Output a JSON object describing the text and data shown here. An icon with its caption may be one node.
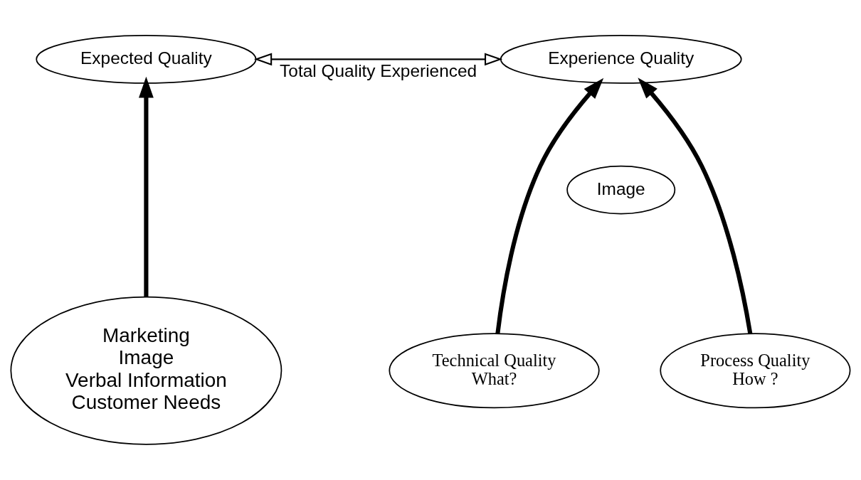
{
  "diagram": {
    "nodes": [
      {
        "text": [
          "Expected Quality"
        ]
      },
      {
        "text": [
          "Experience Quality"
        ]
      },
      {
        "text": [
          "Image"
        ]
      },
      {
        "text": [
          "Marketing",
          "Image",
          "Verbal Information",
          "Customer Needs"
        ]
      },
      {
        "text": [
          "Technical Quality",
          "What?"
        ]
      },
      {
        "text": [
          "Process Quality",
          "How ?"
        ]
      }
    ],
    "edges": [
      {
        "from": 0,
        "to": 1,
        "arrow": "both",
        "label": "Total Quality Experienced"
      },
      {
        "from": 3,
        "to": 0,
        "arrow": "to"
      },
      {
        "from": 4,
        "to": 1,
        "arrow": "to"
      },
      {
        "from": 5,
        "to": 1,
        "arrow": "to"
      }
    ]
  }
}
